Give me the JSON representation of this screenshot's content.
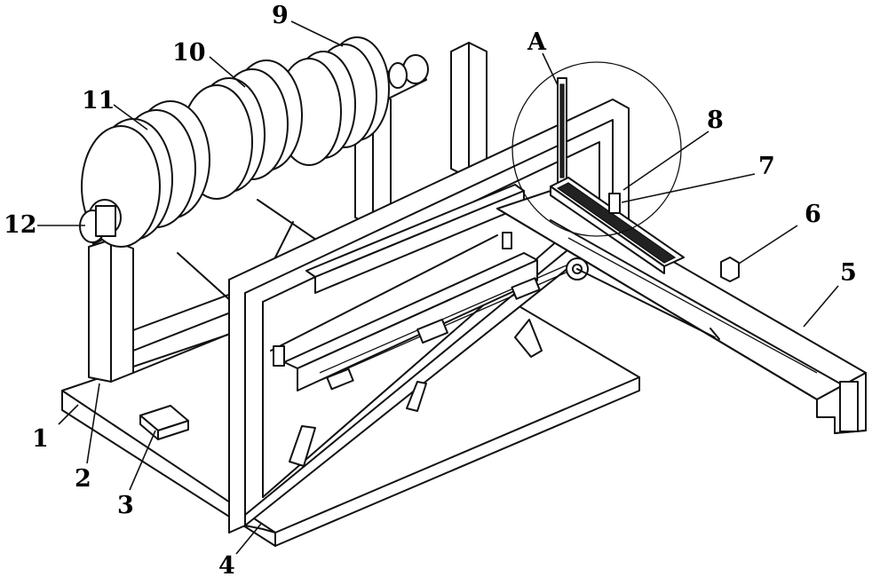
{
  "labels": {
    "l1": "1",
    "l2": "2",
    "l3": "3",
    "l4": "4",
    "l5": "5",
    "l6": "6",
    "l7": "7",
    "l8": "8",
    "l9": "9",
    "l10": "10",
    "l11": "11",
    "l12": "12",
    "lA": "A"
  }
}
